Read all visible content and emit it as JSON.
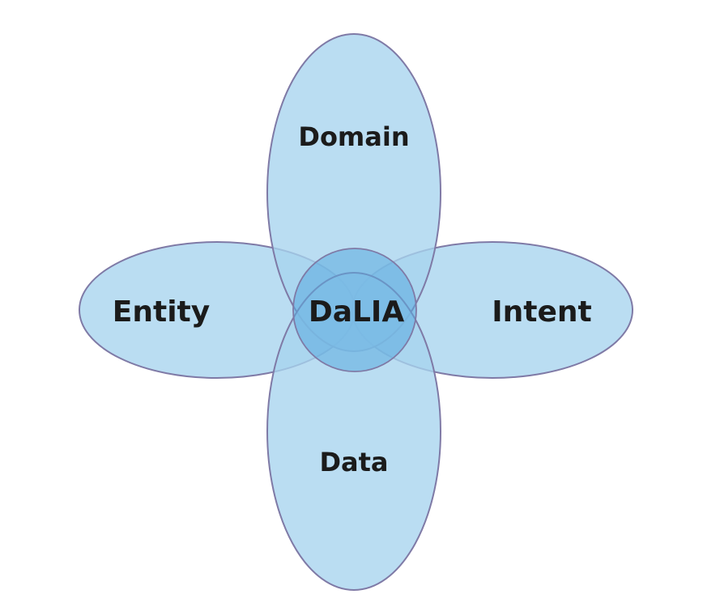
{
  "diagram": {
    "labels": {
      "domain": "Domain",
      "entity": "Entity",
      "intent": "Intent",
      "data": "Data",
      "center": "DaLIA"
    },
    "colors": {
      "petal_fill": "#a7d4ee",
      "center_fill": "#5aa9de",
      "outline": "#7f7aa6",
      "text": "#1b1b1b"
    }
  }
}
